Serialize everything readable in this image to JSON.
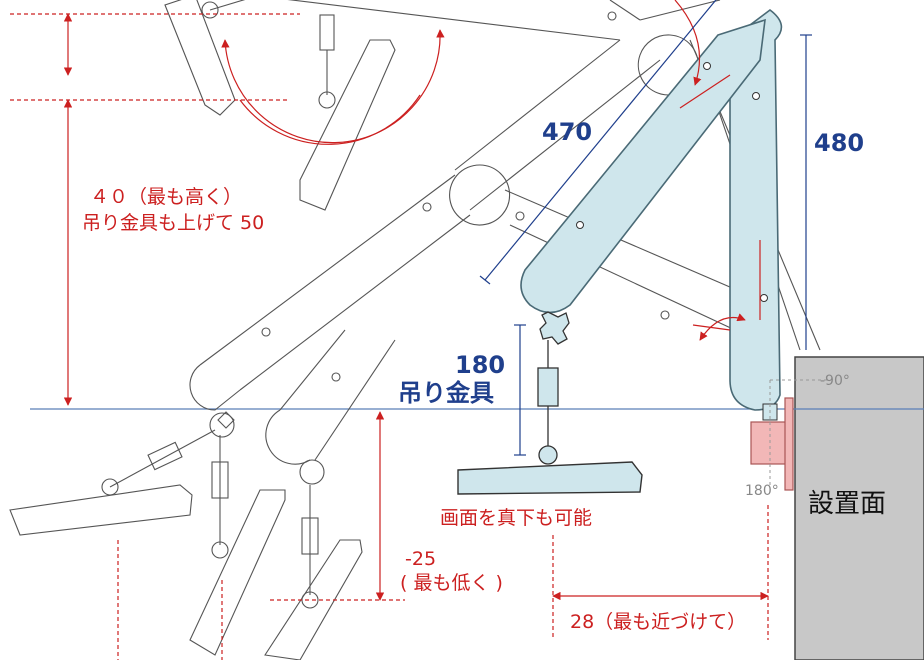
{
  "labels": {
    "height_max": "４０（最も高く）",
    "height_max_note": "吊り金具も上げて 50",
    "arm_length": "470",
    "post_height": "480",
    "hanger_length": "180",
    "hanger_label": "吊り金具",
    "face_down": "画面を真下も可能",
    "height_min": "-25",
    "height_min_note": "( 最も低く )",
    "reach_min": "28（最も近づけて）",
    "angle_neg90": "-90°",
    "angle_180": "180°",
    "mount_surface": "設置面"
  },
  "colors": {
    "dimension_red": "#cc2020",
    "dimension_blue": "#1f3f8c",
    "arm_fill": "#cfe6ec",
    "wall_fill": "#c8c8c8",
    "bracket_fill": "#f2b7b7"
  }
}
